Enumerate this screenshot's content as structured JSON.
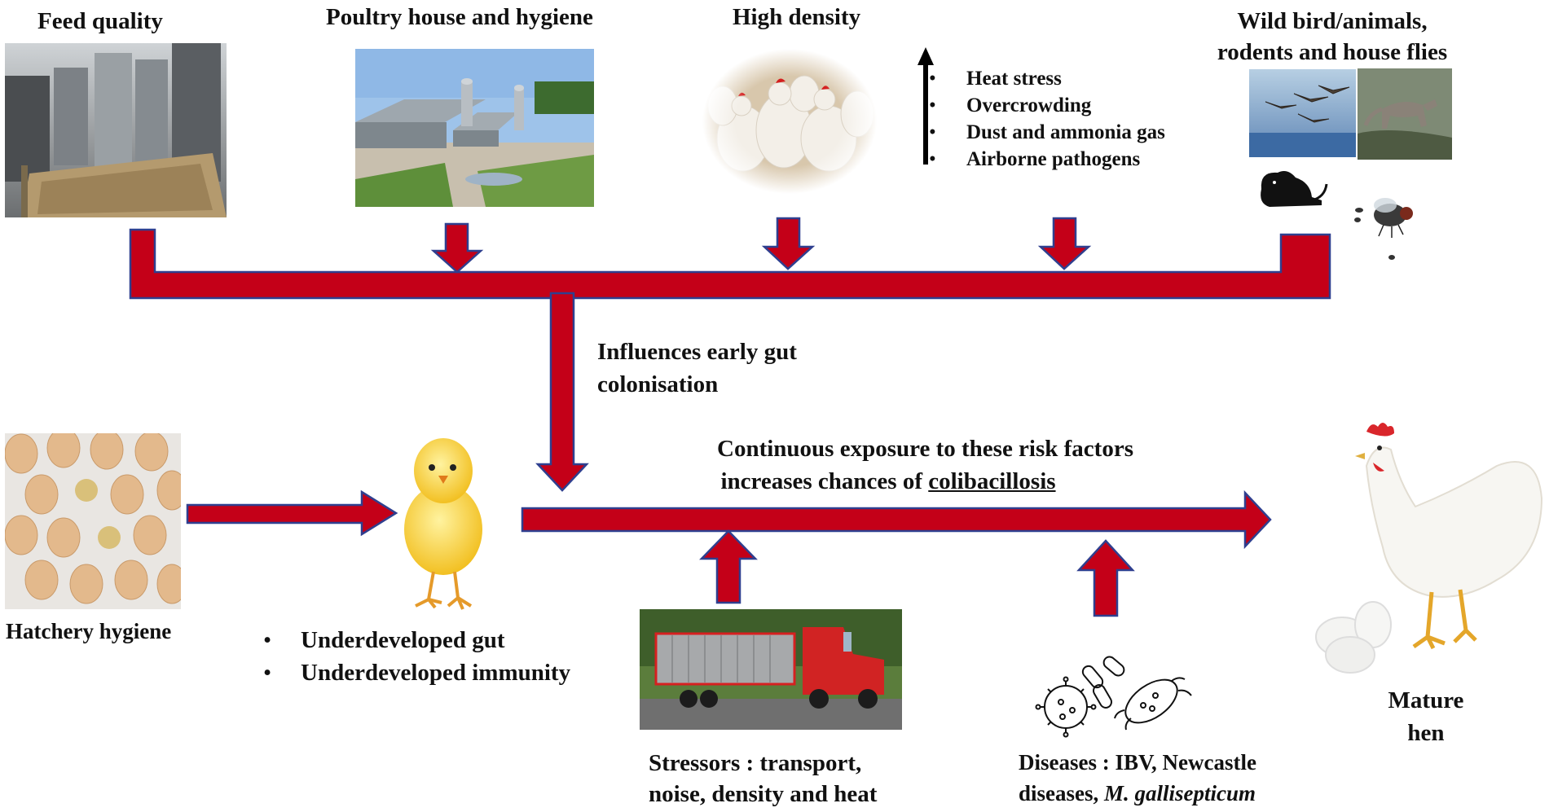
{
  "sources": {
    "feed_quality": "Feed quality",
    "poultry_house": "Poultry house and hygiene",
    "high_density": "High density",
    "wildlife": [
      "Wild bird/animals,",
      "rodents and house flies"
    ]
  },
  "density_effects": [
    "Heat stress",
    "Overcrowding",
    "Dust and ammonia gas",
    "Airborne pathogens"
  ],
  "gut_influence": [
    "Influences early gut",
    "colonisation"
  ],
  "hatchery": "Hatchery hygiene",
  "chick_traits": [
    "Underdeveloped gut",
    "Underdeveloped immunity"
  ],
  "exposure": {
    "line1": "Continuous exposure to these risk factors",
    "line2_prefix": "increases chances of ",
    "line2_term": "colibacillosis"
  },
  "stressors": [
    "Stressors : transport,",
    "noise, density and heat"
  ],
  "diseases": {
    "line1": "Diseases : IBV, Newcastle",
    "line2_prefix": "diseases, ",
    "line2_italic": "M. gallisepticum"
  },
  "outcome": [
    "Mature",
    "hen"
  ],
  "colors": {
    "arrow_fill": "#c40018",
    "arrow_stroke": "#2f3f8f"
  }
}
